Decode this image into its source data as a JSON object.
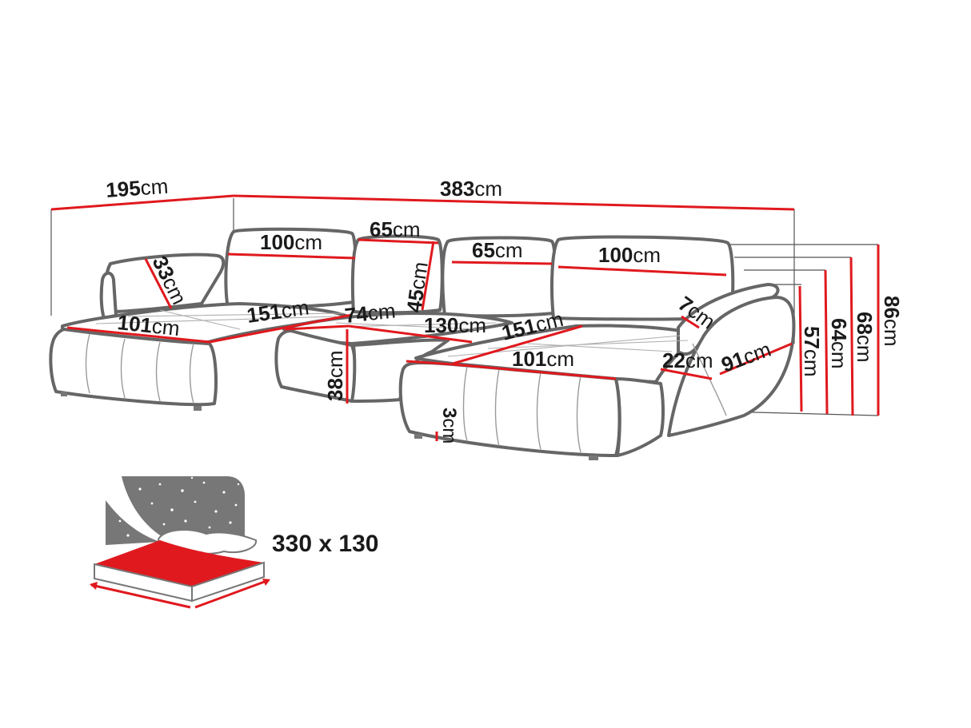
{
  "dimensions": {
    "depth_left": {
      "value": "195",
      "unit": "cm"
    },
    "total_width": {
      "value": "383",
      "unit": "cm"
    },
    "back_left": {
      "value": "100",
      "unit": "cm"
    },
    "back_mid_left": {
      "value": "65",
      "unit": "cm"
    },
    "back_mid_right": {
      "value": "65",
      "unit": "cm"
    },
    "back_right": {
      "value": "100",
      "unit": "cm"
    },
    "pillow_left": {
      "value": "33",
      "unit": "cm"
    },
    "back_height": {
      "value": "45",
      "unit": "cm"
    },
    "seat_depth_left": {
      "value": "101",
      "unit": "cm"
    },
    "chaise_left": {
      "value": "151",
      "unit": "cm"
    },
    "mid_seat": {
      "value": "74",
      "unit": "cm"
    },
    "mid_width": {
      "value": "130",
      "unit": "cm"
    },
    "chaise_right": {
      "value": "151",
      "unit": "cm"
    },
    "seat_height": {
      "value": "38",
      "unit": "cm"
    },
    "seat_depth_right": {
      "value": "101",
      "unit": "cm"
    },
    "armrest_top": {
      "value": "7",
      "unit": "cm"
    },
    "armrest_width": {
      "value": "22",
      "unit": "cm"
    },
    "armrest_depth": {
      "value": "91",
      "unit": "cm"
    },
    "leg_height": {
      "value": "3",
      "unit": "cm"
    },
    "height_57": {
      "value": "57",
      "unit": "cm"
    },
    "height_64": {
      "value": "64",
      "unit": "cm"
    },
    "height_68": {
      "value": "68",
      "unit": "cm"
    },
    "height_86": {
      "value": "86",
      "unit": "cm"
    }
  },
  "bed": {
    "size_label": "330 x 130",
    "icon": "sleeping-function-icon"
  },
  "colors": {
    "accent": "#e0191e",
    "outline": "#666666",
    "text": "#1a1a1a"
  }
}
